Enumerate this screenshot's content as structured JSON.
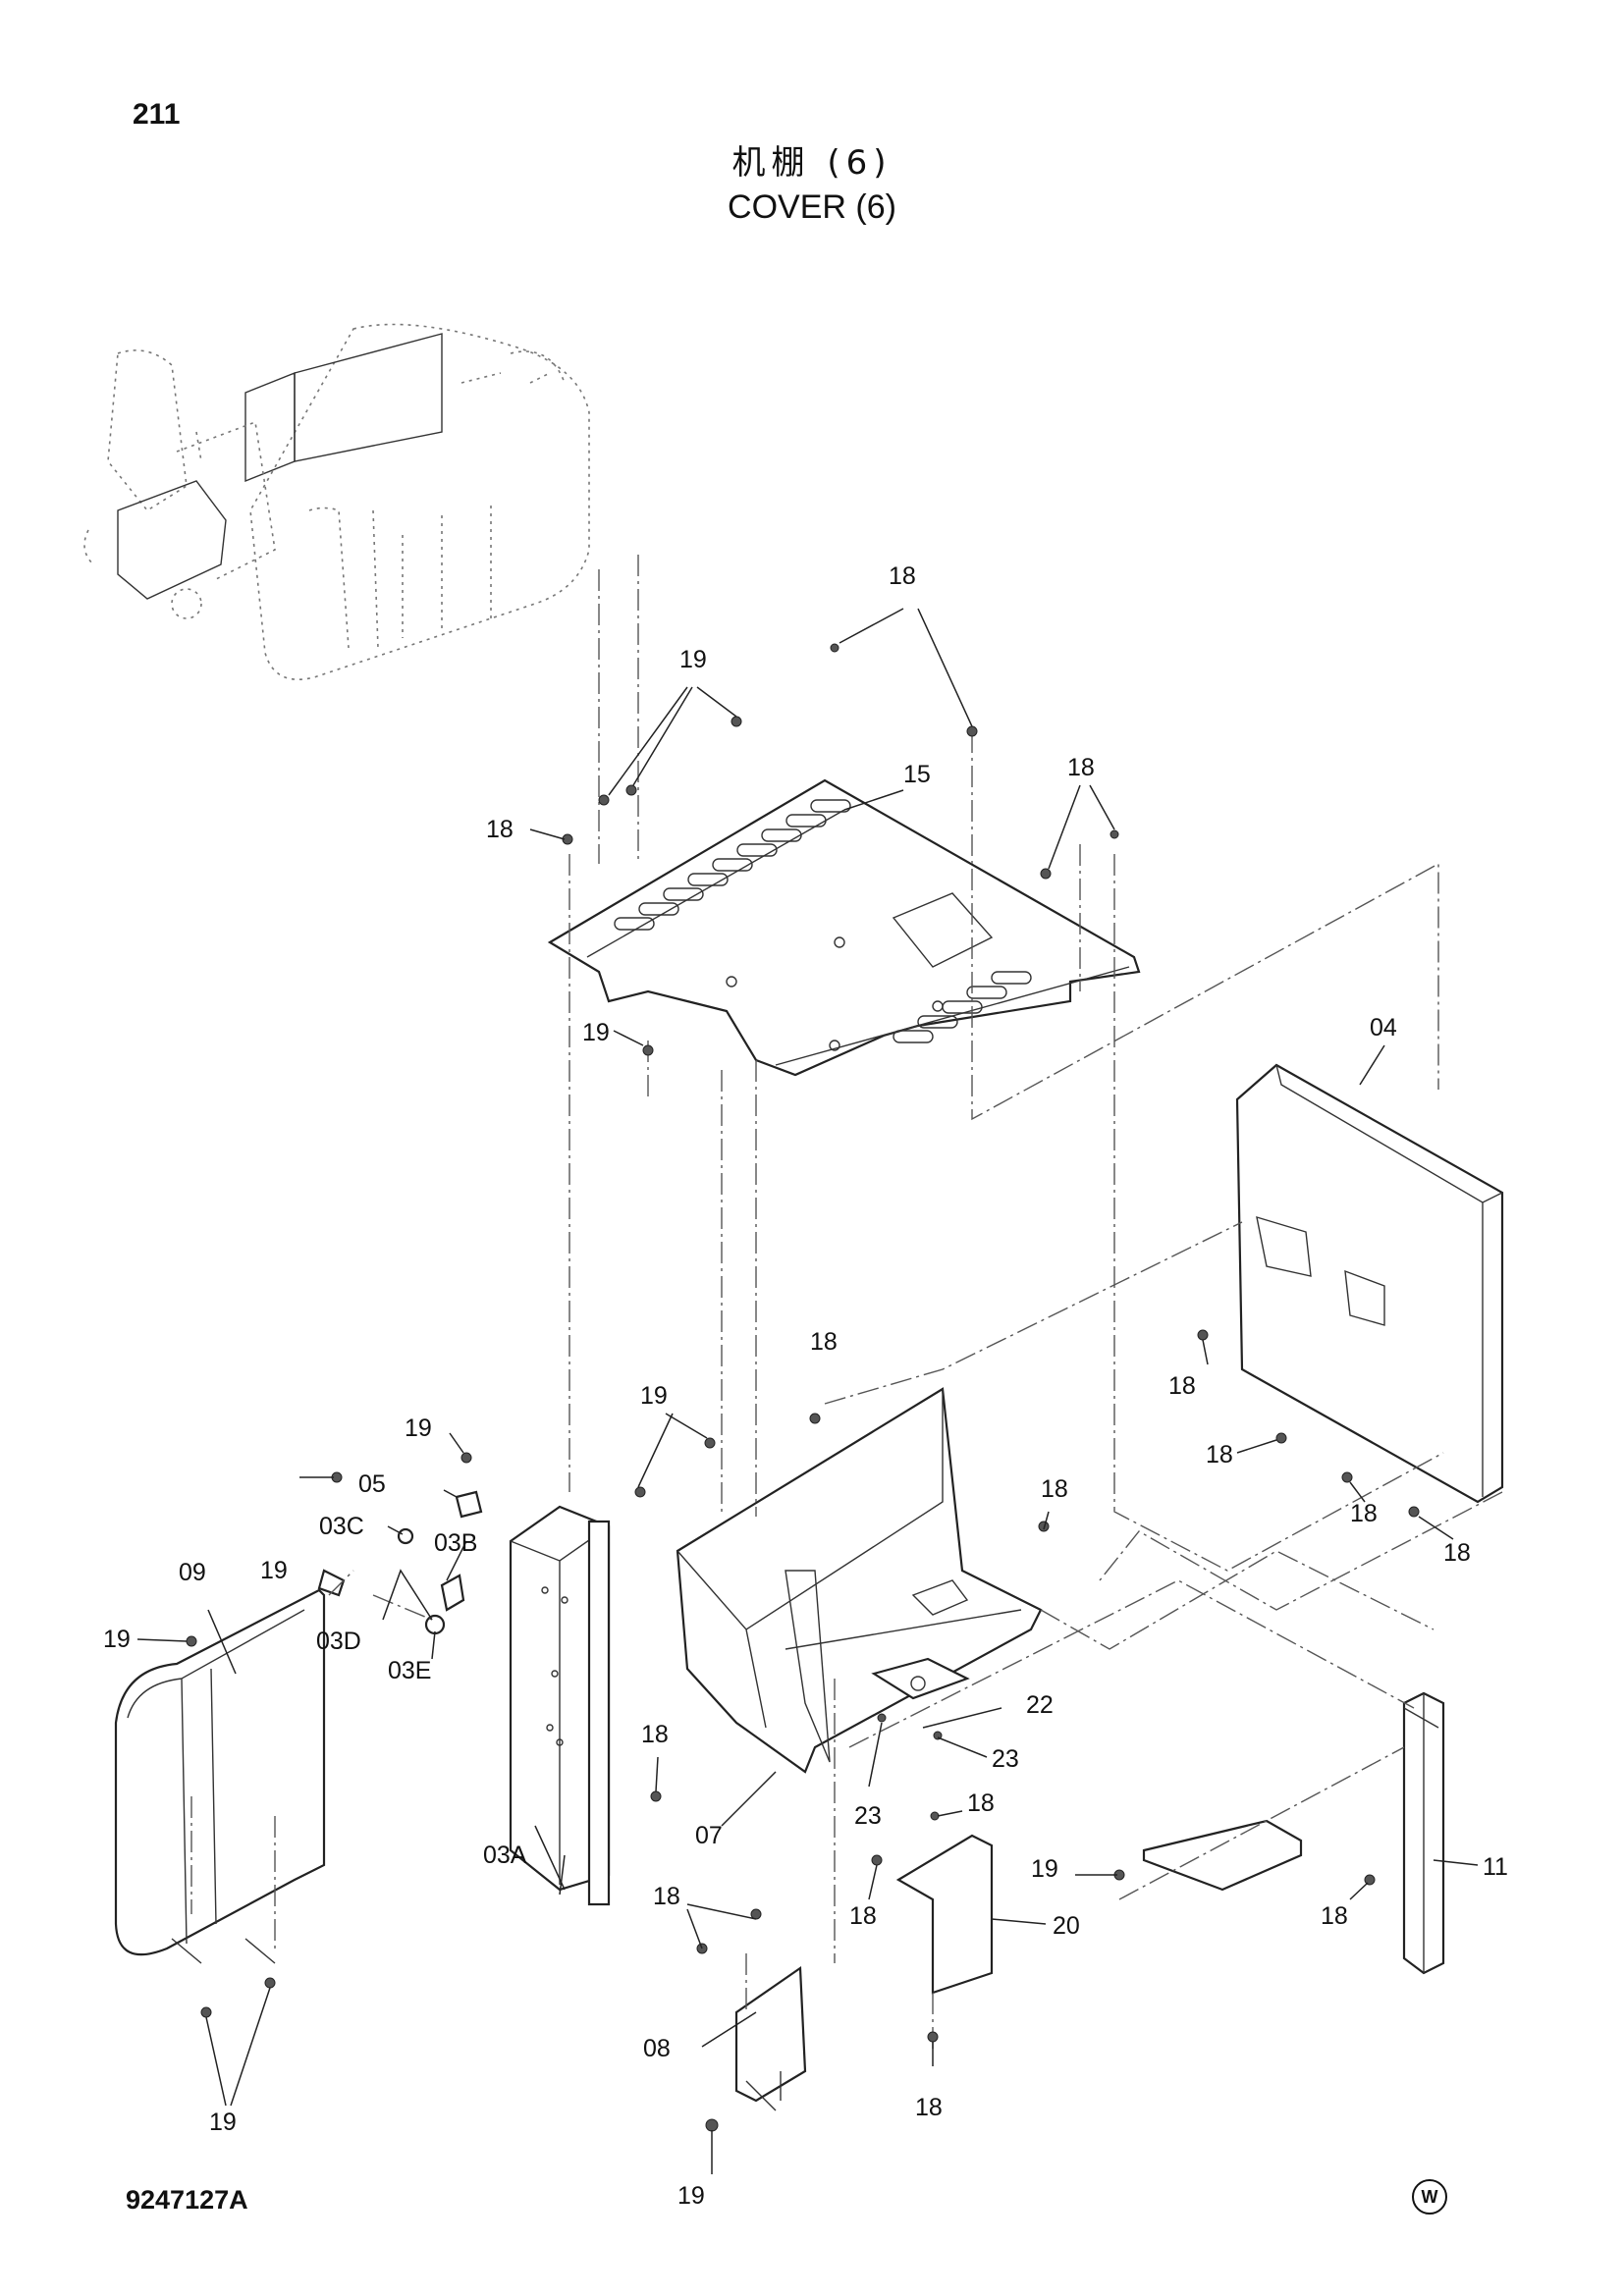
{
  "page": {
    "page_number": "211",
    "title_cn": "机棚 (6)",
    "title_en": "COVER (6)",
    "drawing_number": "9247127A",
    "corner_mark": "W"
  },
  "callouts": {
    "c18": "18",
    "c19": "19",
    "c15": "15",
    "c04": "04",
    "c05": "05",
    "c03a": "03A",
    "c03b": "03B",
    "c03c": "03C",
    "c03d": "03D",
    "c03e": "03E",
    "c09": "09",
    "c07": "07",
    "c08": "08",
    "c11": "11",
    "c20": "20",
    "c22": "22",
    "c23": "23"
  }
}
